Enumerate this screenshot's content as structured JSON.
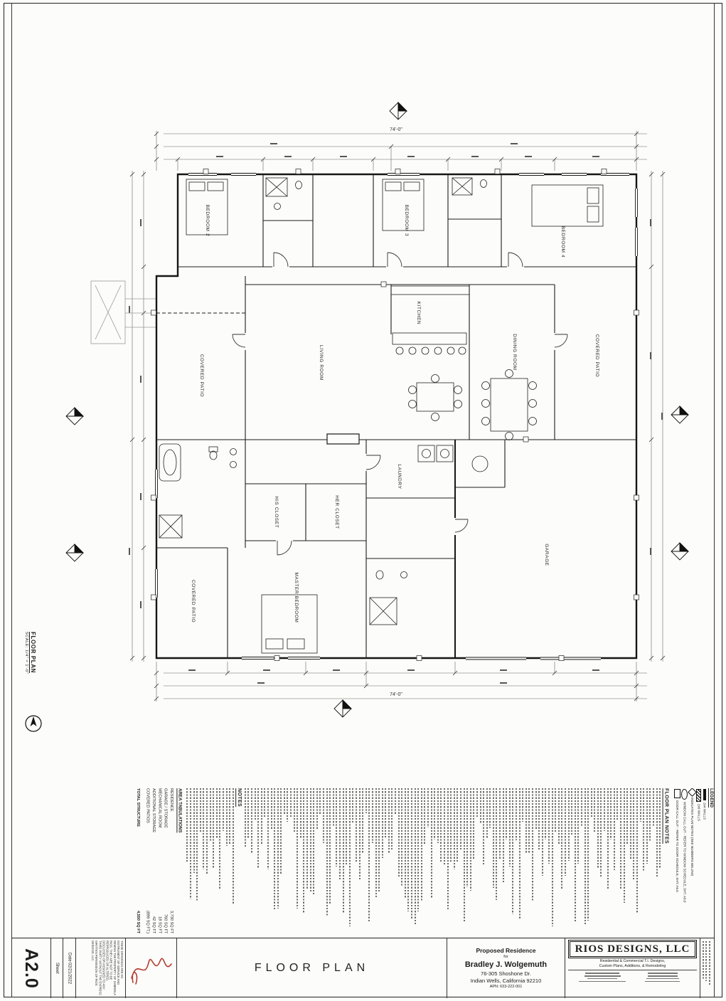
{
  "sheet": {
    "number": "A2.0",
    "sheet_label": "Sheet",
    "date_label": "Date",
    "date_value": "02/21/2022",
    "disclaimer": "THESE DRAWINGS ARE AN INSTRUMENT OF SERVICE AND REMAIN THE PROPERTY OF GABRIELA RIOS. THEY ARE NOT TO BE REPRODUCED OR ALTERED, DISCLOSED OR ASSIGNED TO ANY THIRD PARTY WITHOUT THE EXPRESS WRITTEN PERMISSION OF RIOS DESIGNS, LLC."
  },
  "drawing": {
    "title": "FLOOR PLAN",
    "scale": "SCALE: 1/4\" = 1'-0\"",
    "overall_dim_top": "74'-0\"",
    "overall_dim_bottom": "74'-0\""
  },
  "project": {
    "heading": "Proposed Residence",
    "for_label": "for",
    "client": "Bradley J. Wolgemuth",
    "address_line1": "76-305 Shoshone Dr.",
    "address_line2": "Indian Wells, California 92210",
    "apn": "APN: 633-222-001"
  },
  "firm": {
    "name": "RIOS DESIGNS, LLC",
    "tagline1": "Residential & Commercial T.I. Designs,",
    "tagline2": "Custom Plans, Additions, & Remodeling"
  },
  "notes_band": {
    "legend_title": "LEGEND",
    "legend_items": [
      {
        "label": "2x4 WALLS"
      },
      {
        "label": "2x6 WALLS"
      },
      {
        "label": "INDICATES PLAN NOTES (SEE NUMBERS BELOW)"
      },
      {
        "label": "WINDOW CALL OUT - REFER TO WINDOW SCHEDULE, SHT. A6.0"
      },
      {
        "label": "DOOR CALL OUT - REFER TO DOOR SCHEDULE, SHT. A6.0"
      }
    ],
    "floor_plan_notes_title": "FLOOR PLAN NOTES",
    "notes_title": "NOTES",
    "area_title": "AREA TABULATIONS",
    "area_items": [
      {
        "label": "RESIDENCE",
        "value": "3,730 SQ FT"
      },
      {
        "label": "GARAGE / STORAGE",
        "value": "760 SQ FT"
      },
      {
        "label": "MECHANICAL ROOM",
        "value": "18 SQ FT"
      },
      {
        "label": "ADDITIONAL STORAGE",
        "value": "42 SQ FT"
      },
      {
        "label": "COVERED PATIOS",
        "value": "(899 SQ FT.)"
      }
    ],
    "area_total_label": "TOTAL STRUCTURE",
    "area_total_value": "4,550 SQ FT"
  },
  "plan": {
    "rooms": [
      {
        "label": "BEDROOM 2"
      },
      {
        "label": "BEDROOM 3"
      },
      {
        "label": "BEDROOM 4"
      },
      {
        "label": "LIVING ROOM"
      },
      {
        "label": "DINING ROOM"
      },
      {
        "label": "KITCHEN"
      },
      {
        "label": "LAUNDRY"
      },
      {
        "label": "MASTER BEDROOM"
      },
      {
        "label": "HIS CLOSET"
      },
      {
        "label": "HER CLOSET"
      },
      {
        "label": "GARAGE"
      },
      {
        "label": "COVERED PATIO"
      },
      {
        "label": "COVERED PATIO"
      },
      {
        "label": "COVERED PATIO"
      }
    ]
  }
}
